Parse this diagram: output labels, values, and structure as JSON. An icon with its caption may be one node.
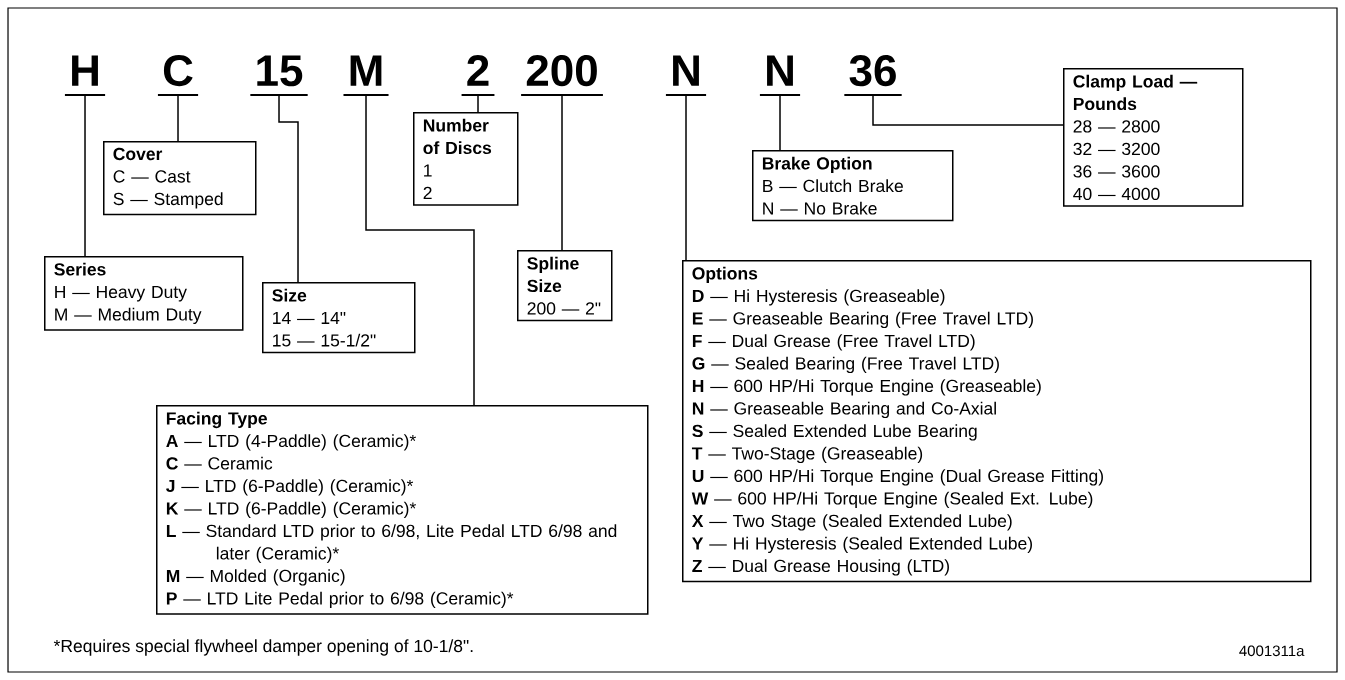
{
  "diagram": {
    "nodes": [
      {
        "text": [
          "H"
        ]
      },
      {
        "text": [
          "C"
        ]
      },
      {
        "text": [
          "15"
        ]
      },
      {
        "text": [
          "M"
        ]
      },
      {
        "text": [
          "2"
        ]
      },
      {
        "text": [
          "200"
        ]
      },
      {
        "text": [
          "N"
        ]
      },
      {
        "text": [
          "N"
        ]
      },
      {
        "text": [
          "36"
        ]
      },
      {
        "text": [
          "Series",
          "H — Heavy Duty",
          "M — Medium Duty"
        ]
      },
      {
        "text": [
          "Cover",
          "C — Cast",
          "S — Stamped"
        ]
      },
      {
        "text": [
          "Size",
          "14 — 14\"",
          "15 — 15-1/2\""
        ]
      },
      {
        "text": [
          "Facing Type",
          "**A** — LTD (4-Paddle) (Ceramic)*",
          "**C** — Ceramic",
          "**J** — LTD (6-Paddle) (Ceramic)*",
          "**K** — LTD (6-Paddle) (Ceramic)*",
          "**L** — Standard LTD prior to 6/98, Lite Pedal LTD 6/98 and later (Ceramic)*",
          "**M** — Molded (Organic)",
          "**P** — LTD Lite Pedal prior to 6/98 (Ceramic)*"
        ]
      },
      {
        "text": [
          "Number of Discs",
          "1",
          "2"
        ]
      },
      {
        "text": [
          "Spline Size",
          "200 — 2\""
        ]
      },
      {
        "text": [
          "Options",
          "**D** — Hi Hysteresis (Greaseable)",
          "**E** — Greaseable Bearing (Free Travel LTD)",
          "**F** — Dual Grease (Free Travel LTD)",
          "**G** — Sealed Bearing (Free Travel LTD)",
          "**H** — 600 HP/Hi Torque Engine (Greaseable)",
          "**N** — Greaseable Bearing and Co-Axial",
          "**S** — Sealed Extended Lube Bearing",
          "**T** — Two-Stage (Greaseable)",
          "**U** — 600 HP/Hi Torque Engine (Dual Grease Fitting)",
          "**W** — 600 HP/Hi Torque Engine (Sealed Ext. Lube)",
          "**X** — Two Stage (Sealed Extended Lube)",
          "**Y** — Hi Hysteresis (Sealed Extended Lube)",
          "**Z** — Dual Grease Housing (LTD)"
        ]
      },
      {
        "text": [
          "Brake Option",
          "B — Clutch Brake",
          "N — No Brake"
        ]
      },
      {
        "text": [
          "Clamp Load — Pounds",
          "28 — 2800",
          "32 — 3200",
          "36 — 3600",
          "40 — 4000"
        ]
      }
    ],
    "edges": [
      {
        "from": 0,
        "to": 9,
        "arrow": "none"
      },
      {
        "from": 1,
        "to": 10,
        "arrow": "none"
      },
      {
        "from": 2,
        "to": 11,
        "arrow": "none"
      },
      {
        "from": 3,
        "to": 12,
        "arrow": "none"
      },
      {
        "from": 4,
        "to": 13,
        "arrow": "none"
      },
      {
        "from": 5,
        "to": 14,
        "arrow": "none"
      },
      {
        "from": 6,
        "to": 15,
        "arrow": "none"
      },
      {
        "from": 7,
        "to": 16,
        "arrow": "none"
      },
      {
        "from": 8,
        "to": 17,
        "arrow": "none"
      }
    ],
    "labels": [
      "*Requires special flywheel damper opening of 10-1/8\".",
      "4001311a"
    ]
  }
}
